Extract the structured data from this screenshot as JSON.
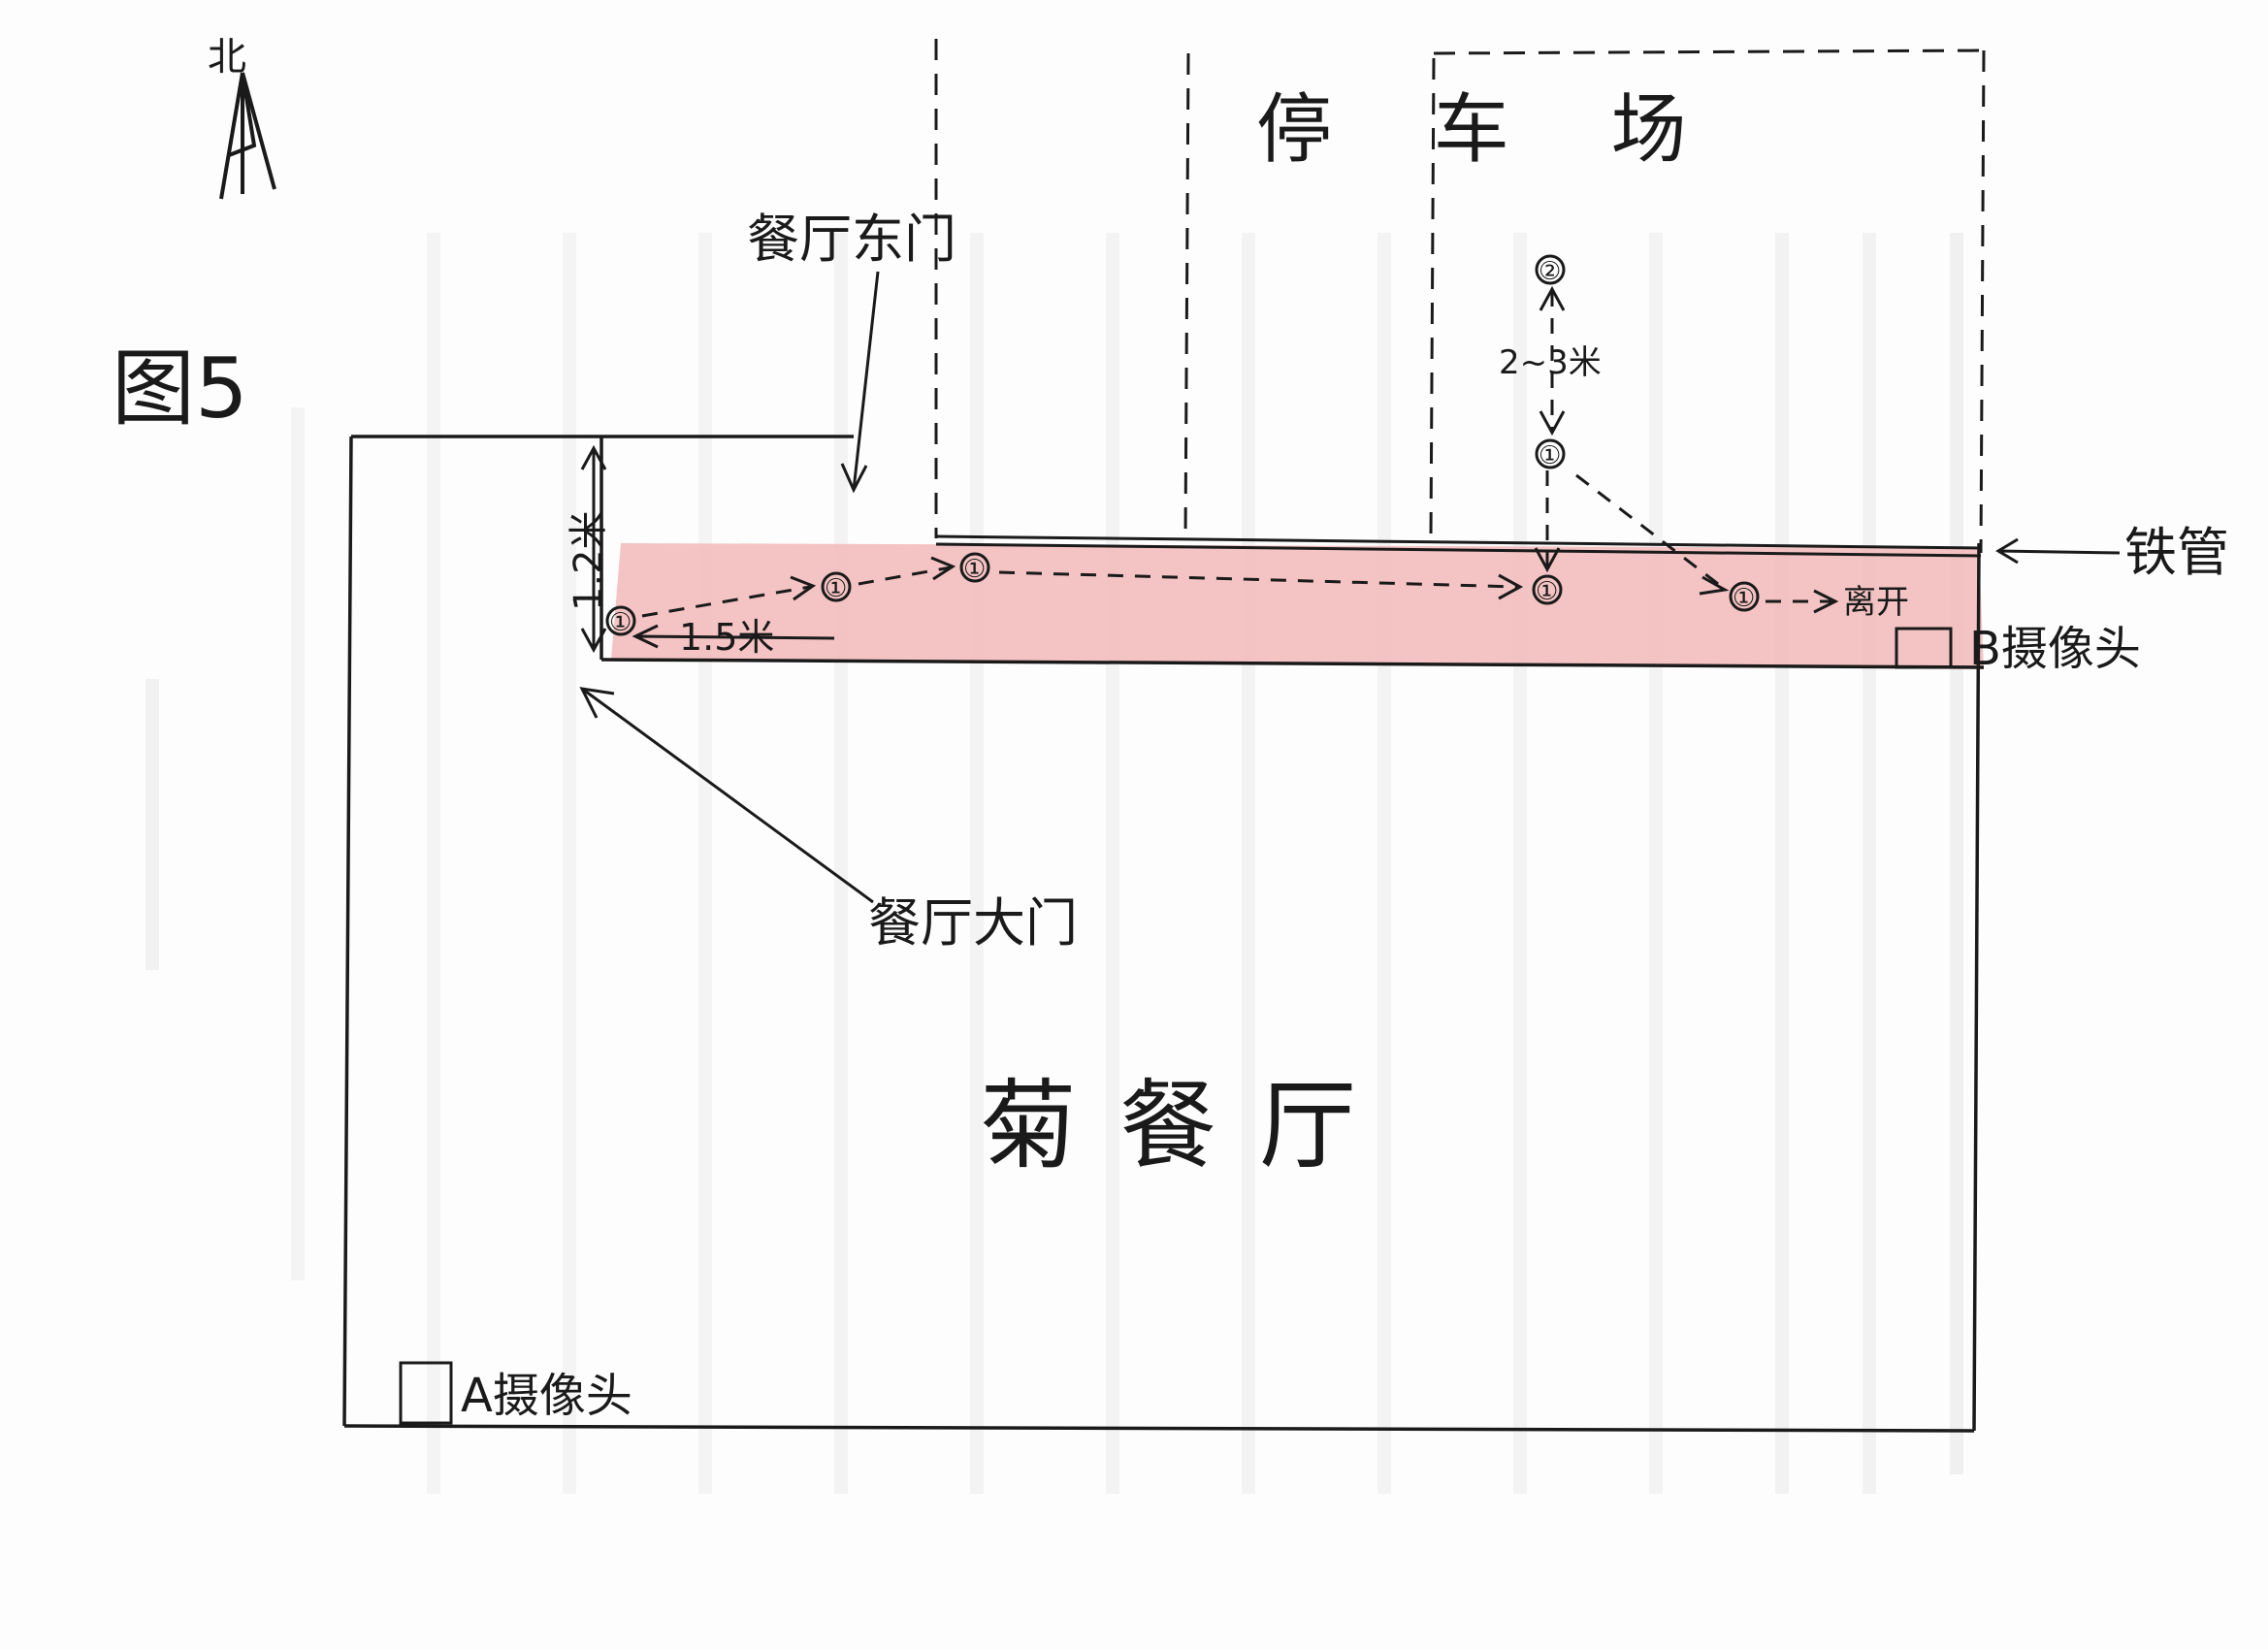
{
  "figure_label": "图5",
  "north_label": "北",
  "parking_lot_label": "停 车 场",
  "restaurant_label": "菊餐厅",
  "east_door_label": "餐厅东门",
  "main_door_label": "餐厅大门",
  "iron_pipe_label": "铁管",
  "camera_a_label": "A摄像头",
  "camera_b_label": "B摄像头",
  "dim_north_south": "1.2米",
  "dim_east_west": "1.5米",
  "dim_vertical": "2~3米",
  "leave_label": "离开",
  "person_1_marker": "①",
  "person_2_marker": "②",
  "colors": {
    "ink": "#1a1a1a",
    "corridor_highlight": "#f2b8b8"
  }
}
